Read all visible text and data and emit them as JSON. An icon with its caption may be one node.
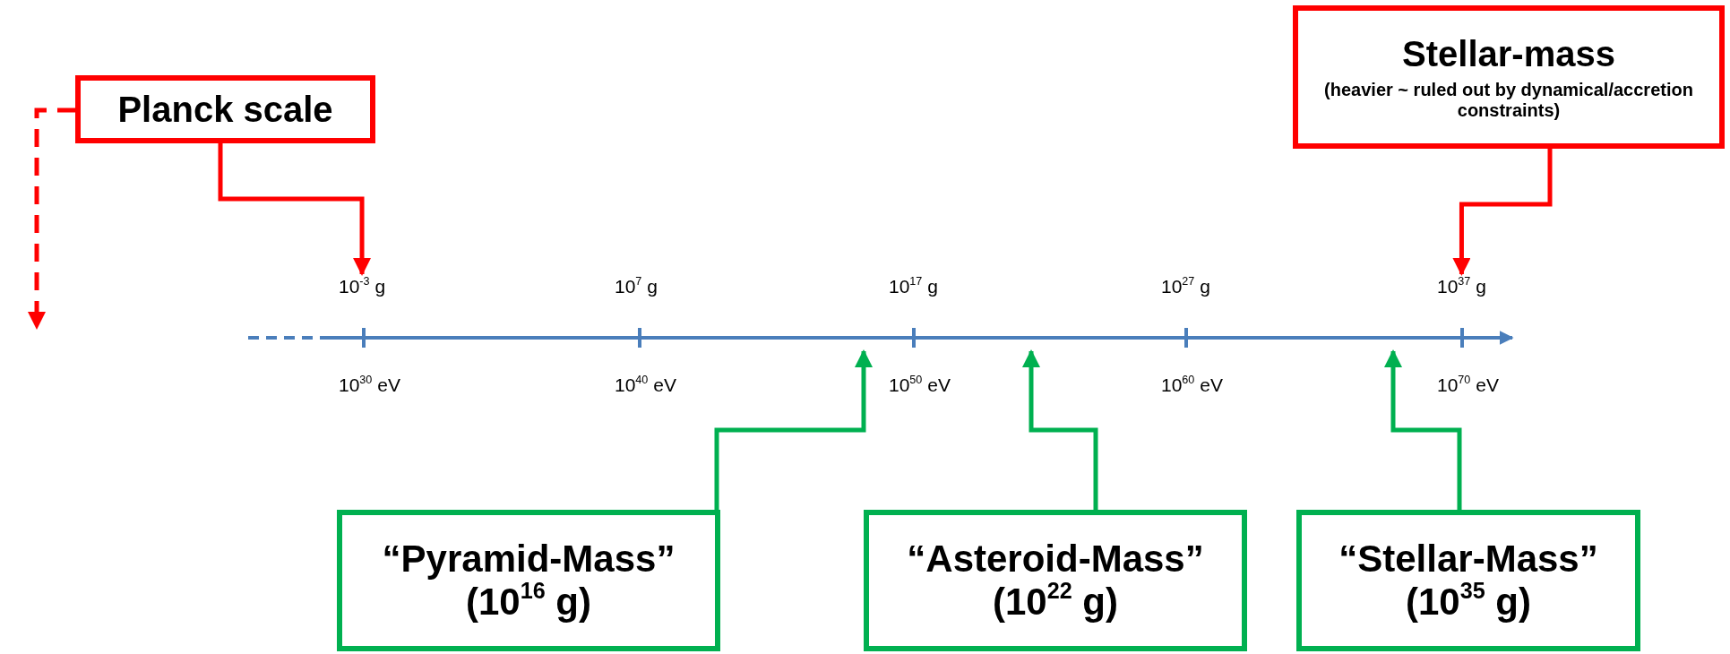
{
  "diagram": {
    "nodes": [
      {
        "text": [
          "Planck scale"
        ]
      },
      {
        "text": [
          "Stellar-mass",
          "(heavier ~ ruled out by dynamical/accretion constraints)"
        ]
      },
      {
        "text": [
          "“Pyramid-Mass” (10$^{16}$ g)"
        ]
      },
      {
        "text": [
          "“Asteroid-Mass” (10$^{22}$ g)"
        ]
      },
      {
        "text": [
          "“Stellar-Mass” (10$^{35}$ g)"
        ]
      },
      {
        "text": [
          "10$^{-3}$ g"
        ]
      },
      {
        "text": [
          "10$^{37}$ g"
        ]
      }
    ],
    "edges": [
      {
        "from": 0,
        "to": null,
        "arrow": "to",
        "style": "dashed",
        "color": "#ff0000"
      },
      {
        "from": 0,
        "to": 5,
        "arrow": "to",
        "color": "#ff0000"
      },
      {
        "from": 1,
        "to": 6,
        "arrow": "to",
        "color": "#ff0000"
      },
      {
        "from": 2,
        "to": null,
        "arrow": "to",
        "color": "#00b050"
      },
      {
        "from": 3,
        "to": null,
        "arrow": "to",
        "color": "#00b050"
      },
      {
        "from": 4,
        "to": null,
        "arrow": "to",
        "color": "#00b050"
      }
    ],
    "labels": [
      "10$^{7}$ g",
      "10$^{17}$ g",
      "10$^{27}$ g",
      "10$^{30}$ eV",
      "10$^{40}$ eV",
      "10$^{50}$ eV",
      "10$^{60}$ eV",
      "10$^{70}$ eV"
    ]
  }
}
